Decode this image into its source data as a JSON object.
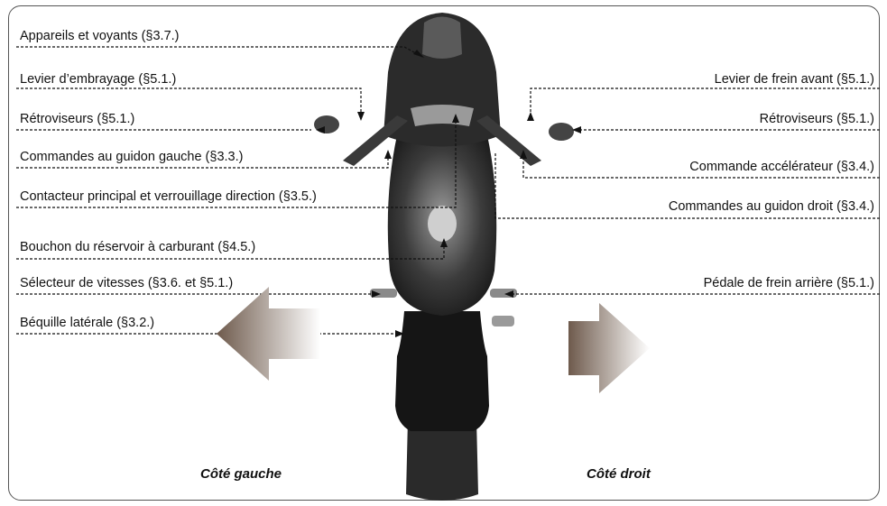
{
  "labels_left": [
    {
      "text": "Appareils et voyants (§3.7.)"
    },
    {
      "text": "Levier d’embrayage (§5.1.)"
    },
    {
      "text": "Rétroviseurs (§5.1.)"
    },
    {
      "text": "Commandes au guidon gauche (§3.3.)"
    },
    {
      "text": "Contacteur principal et verrouillage direction (§3.5.)"
    },
    {
      "text": "Bouchon du réservoir à carburant (§4.5.)"
    },
    {
      "text": "Sélecteur de vitesses (§3.6. et §5.1.)"
    },
    {
      "text": "Béquille latérale (§3.2.)"
    }
  ],
  "labels_right": [
    {
      "text": "Levier de frein avant (§5.1.)"
    },
    {
      "text": "Rétroviseurs (§5.1.)"
    },
    {
      "text": "Commande accélérateur (§3.4.)"
    },
    {
      "text": "Commandes au guidon droit (§3.4.)"
    },
    {
      "text": "Pédale de frein arrière (§5.1.)"
    }
  ],
  "sides": {
    "left": "Côté gauche",
    "right": "Côté droit"
  },
  "colors": {
    "border": "#555555",
    "leader": "#111111",
    "bike_dark": "#1e1e1e",
    "bike_mid": "#4a4a4a",
    "bike_light": "#8a8a8a",
    "arrow_dark": "#6e5a4c",
    "arrow_light": "#ffffff"
  }
}
